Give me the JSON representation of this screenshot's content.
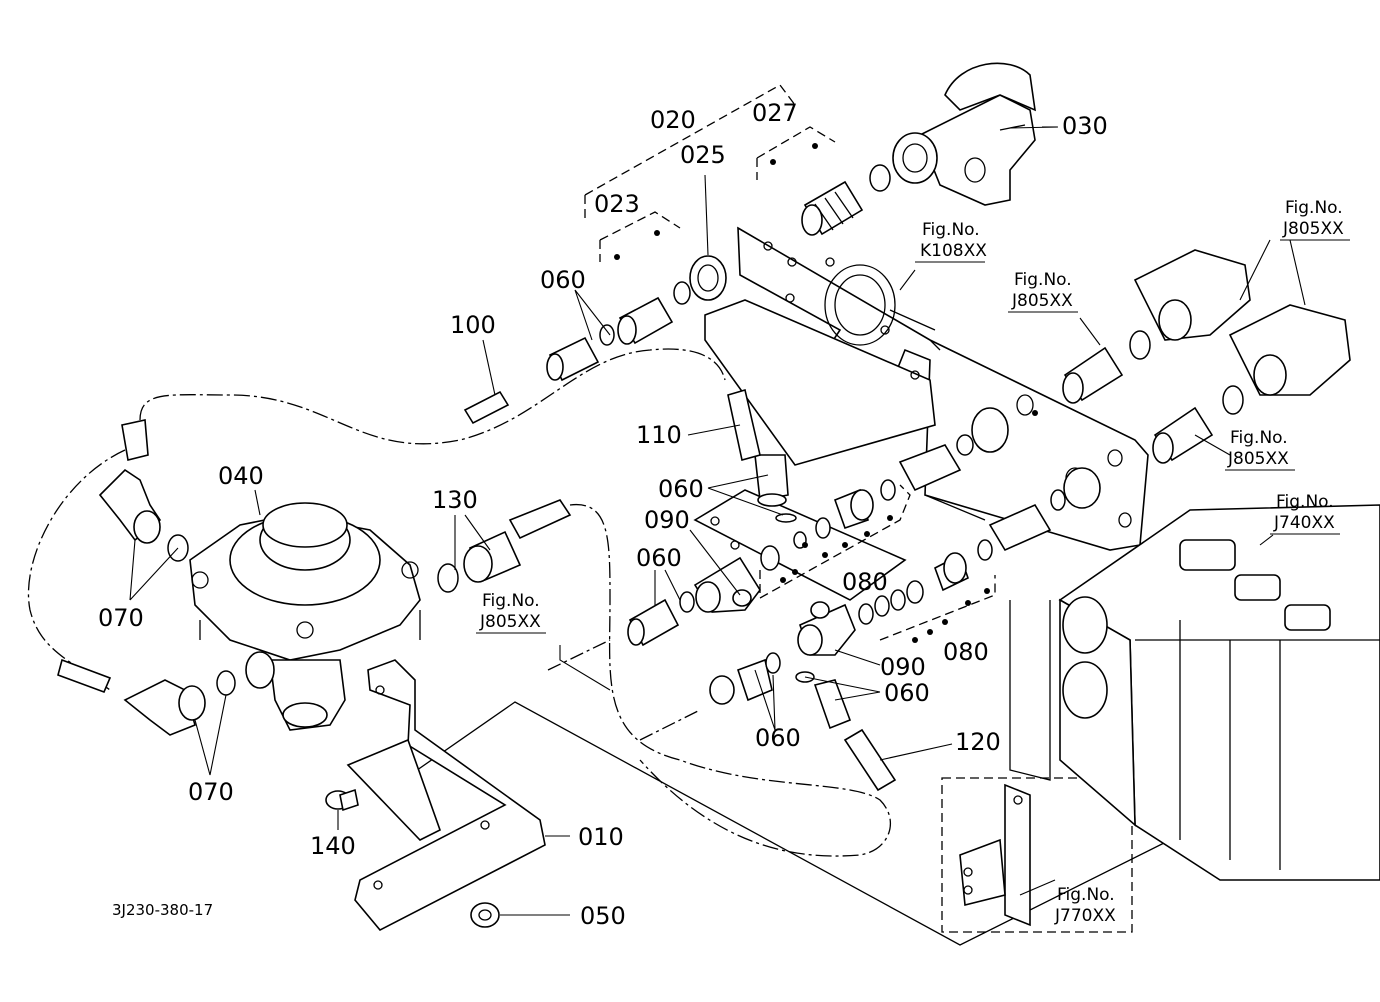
{
  "diagram_code": "3J230-380-17",
  "callouts": {
    "c010": "010",
    "c020": "020",
    "c023": "023",
    "c025": "025",
    "c027": "027",
    "c030": "030",
    "c040": "040",
    "c050": "050",
    "c060a": "060",
    "c060b": "060",
    "c060c": "060",
    "c060d": "060",
    "c060e": "060",
    "c070a": "070",
    "c070b": "070",
    "c080a": "080",
    "c080b": "080",
    "c090a": "090",
    "c090b": "090",
    "c100": "100",
    "c110": "110",
    "c120": "120",
    "c130": "130",
    "c140": "140"
  },
  "fig_refs": {
    "fig_label": "Fig.No.",
    "k108": "K108XX",
    "j805_a": "J805XX",
    "j805_b": "J805XX",
    "j805_c": "J805XX",
    "j805_d": "J805XX",
    "j740": "J740XX",
    "j770": "J770XX"
  }
}
